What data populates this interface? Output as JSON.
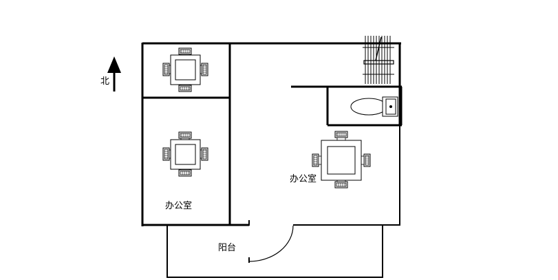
{
  "labels": {
    "north": "北",
    "office_left": "办公室",
    "office_right": "办公室",
    "balcony": "阳台"
  },
  "colors": {
    "wall": "#000000",
    "background": "#ffffff"
  }
}
